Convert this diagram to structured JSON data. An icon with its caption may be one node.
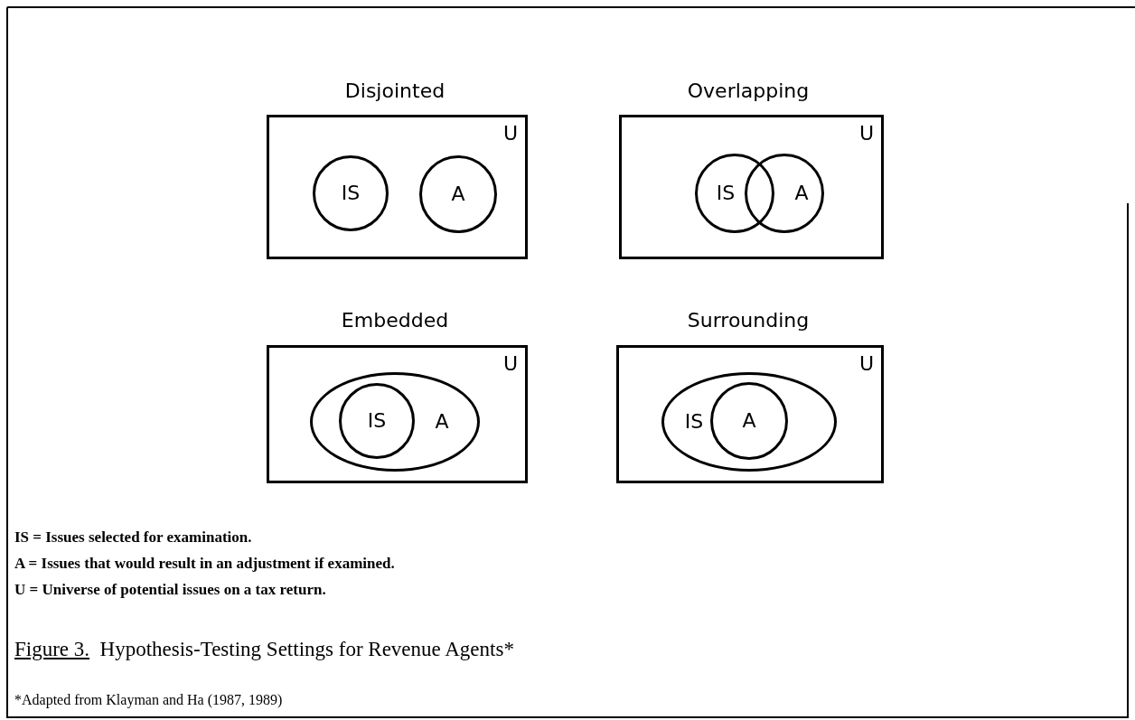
{
  "diagram": {
    "caption": "Figure 3.  Hypothesis-Testing Settings for Revenue Agents*",
    "nodes": [
      {
        "text": [
          "Disjointed",
          "U"
        ]
      },
      {
        "text": [
          "IS"
        ],
        "in": 0
      },
      {
        "text": [
          "A"
        ],
        "in": 0
      },
      {
        "text": [
          "Overlapping",
          "U"
        ]
      },
      {
        "text": [
          "IS"
        ],
        "in": 3
      },
      {
        "text": [
          "A"
        ],
        "in": 3
      },
      {
        "text": [
          "Embedded",
          "U"
        ]
      },
      {
        "text": [
          "A"
        ],
        "in": 6
      },
      {
        "text": [
          "IS"
        ],
        "in": 7
      },
      {
        "text": [
          "Surrounding",
          "U"
        ]
      },
      {
        "text": [
          "IS"
        ],
        "in": 9
      },
      {
        "text": [
          "A"
        ],
        "in": 10
      }
    ],
    "labels": [
      "IS = Issues selected for examination.",
      "A = Issues that would result in an adjustment if examined.",
      "U = Universe of potential issues on a tax return.",
      "*Adapted from Klayman and Ha (1987, 1989)"
    ]
  }
}
